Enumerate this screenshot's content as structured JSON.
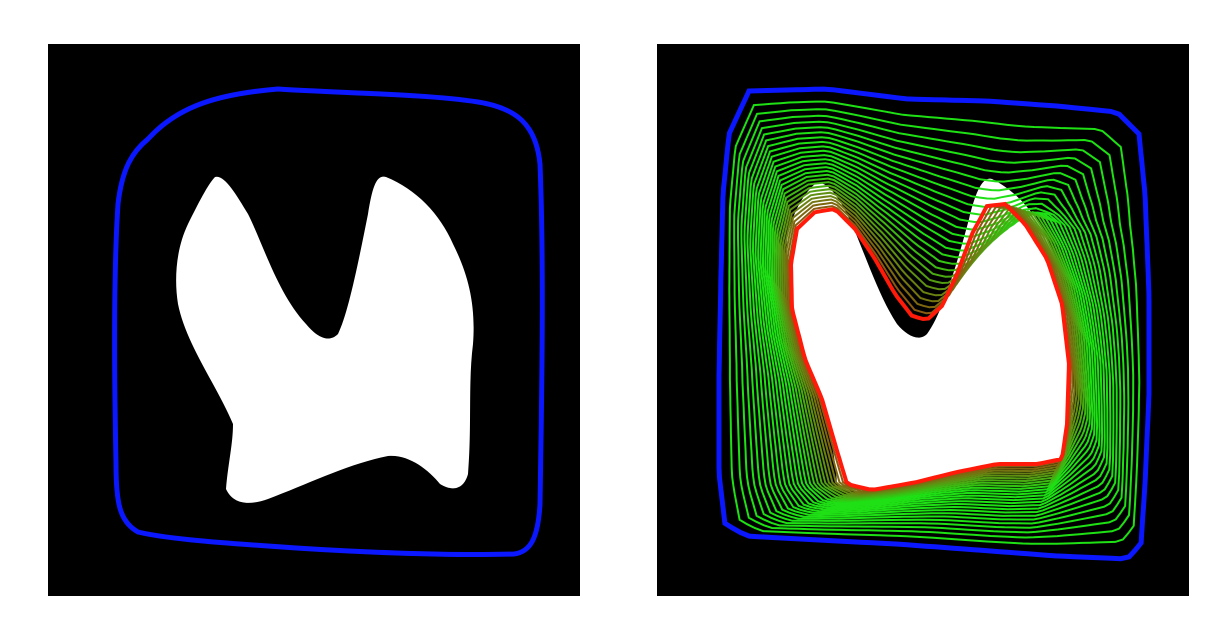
{
  "figure": {
    "panels": [
      {
        "id": "initial-contour",
        "background": "#000000"
      },
      {
        "id": "contour-evolution",
        "background": "#000000"
      }
    ]
  },
  "colors": {
    "object": "#ffffff",
    "initial_contour": "#0a17ff",
    "intermediate_contours_start": "#1ee014",
    "final_contour": "#ff1a0a"
  },
  "evolution": {
    "intermediate_contour_count": 25
  }
}
